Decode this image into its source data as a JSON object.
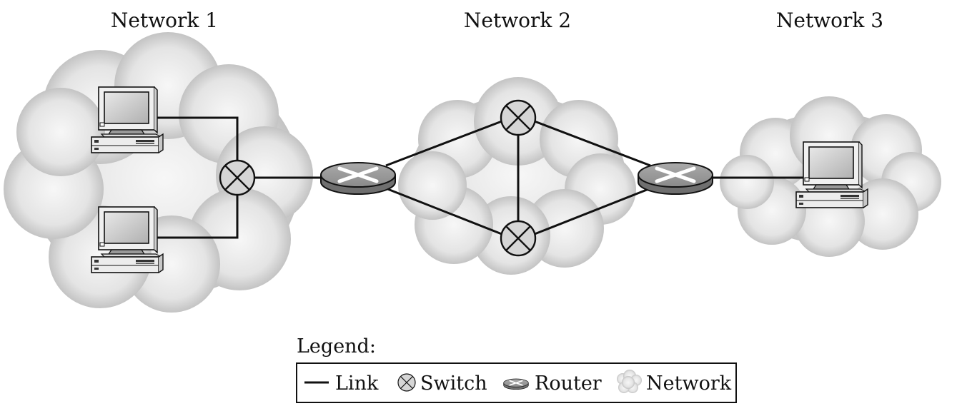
{
  "networks": [
    {
      "label": "Network 1"
    },
    {
      "label": "Network 2"
    },
    {
      "label": "Network 3"
    }
  ],
  "legend": {
    "title": "Legend:",
    "items": [
      {
        "label": "Link",
        "symbol": "link-line"
      },
      {
        "label": "Switch",
        "symbol": "switch-icon"
      },
      {
        "label": "Router",
        "symbol": "router-icon"
      },
      {
        "label": "Network",
        "symbol": "cloud-icon"
      }
    ]
  },
  "colors": {
    "link": "#111111",
    "cloud_center": "#f6f6f6",
    "cloud_edge": "#b4b4b4",
    "router_fill": "#9a9a9a"
  }
}
